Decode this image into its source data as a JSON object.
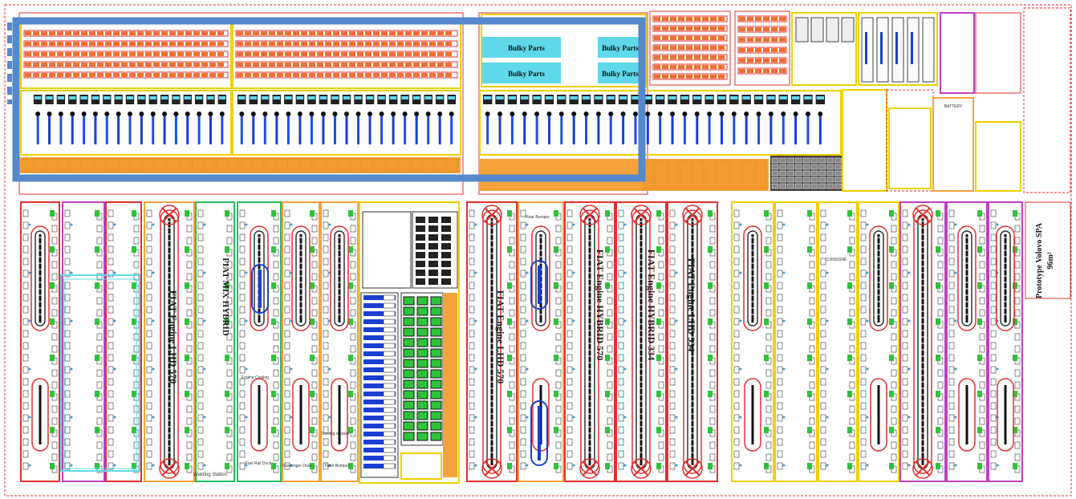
{
  "drawing": {
    "bulky_parts": [
      "Bulky Parts",
      "Bulky Parts",
      "Bulky Parts",
      "Bulky Parts"
    ],
    "prototype_title": "Prototype Volovo SPA",
    "prototype_area": "96m²",
    "assembly_lines": [
      "FIAT Engine LHD 570",
      "FIAT MIX HYBRID",
      "FIAT Engine LHD 570",
      "FIAT Engine HYBRID 570",
      "FIAT Engine HYBRID 334",
      "FIAT Engine LHD 334"
    ],
    "small_labels": {
      "rear_bumper": "Rear Bumper",
      "engine_cooling": "Engine Cooling",
      "cooling_module": "Cooling module",
      "front_bumper": "Front Bumper",
      "passenger_door": "Passenger Door",
      "fuel_rail_dock": "Fuel Rail Dock",
      "welding_station": "Welding Station",
      "consigne": "CONSIGNE",
      "battery": "BATTERY"
    }
  }
}
